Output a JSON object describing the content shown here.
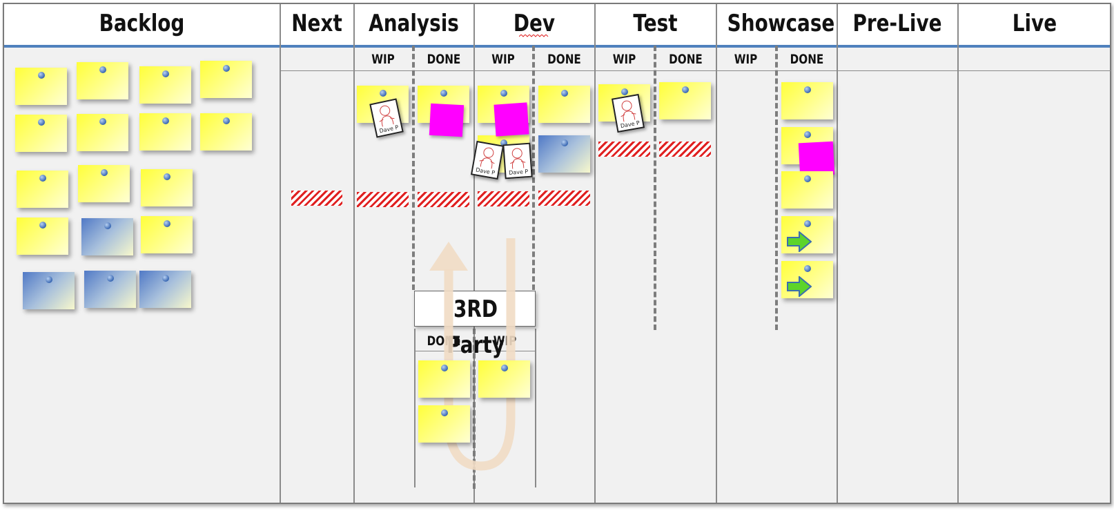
{
  "columns": [
    {
      "title": "Backlog"
    },
    {
      "title": "Next"
    },
    {
      "title": "Analysis",
      "sub": [
        "WIP",
        "DONE"
      ]
    },
    {
      "title": "Dev",
      "sub": [
        "WIP",
        "DONE"
      ]
    },
    {
      "title": "Test",
      "sub": [
        "WIP",
        "DONE"
      ]
    },
    {
      "title": "Showcase",
      "sub": [
        "WIP",
        "DONE"
      ]
    },
    {
      "title": "Pre-Live"
    },
    {
      "title": "Live"
    }
  ],
  "third_party": {
    "title": "3RD Party",
    "sub": [
      "DONE",
      "WIP"
    ]
  },
  "people": {
    "dave": "Dave P"
  },
  "colors": {
    "accent_rule": "#4f81bd",
    "sticky_yellow": "#ffff3a",
    "sticky_blue": "#5079c6",
    "blocked_tag": "#ff00ff",
    "wip_limit_stripe": "#e02020",
    "expedite_arrow": "#5dd42a"
  },
  "icons": {
    "pin": "pushpin-icon",
    "avatar": "person-avatar-icon",
    "arrow": "right-arrow-icon"
  }
}
